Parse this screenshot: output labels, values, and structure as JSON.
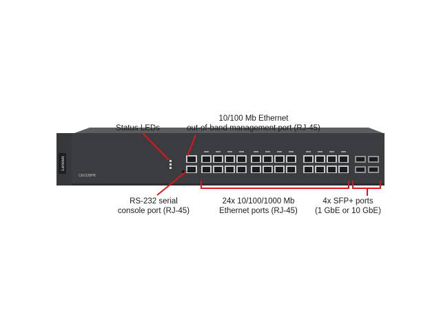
{
  "device": {
    "brand_logo": "Lenovo",
    "model_label": "CE0128PB"
  },
  "callouts": {
    "status_leds": [
      "Status LEDs"
    ],
    "management_port": [
      "10/100 Mb Ethernet",
      "out-of-band management port (RJ-45)"
    ],
    "console_port": [
      "RS-232 serial",
      "console port (RJ-45)"
    ],
    "ethernet_ports": [
      "24x 10/100/1000 Mb",
      "Ethernet ports (RJ-45)"
    ],
    "sfp_ports": [
      "4x SFP+ ports",
      "(1 GbE or 10 GbE)"
    ]
  },
  "colors": {
    "callout": "#e0161b",
    "chassis": "#3d3f42",
    "chassis_top": "#55585b",
    "port_metal": "#c9ccce",
    "port_hole": "#1b1c1e"
  }
}
